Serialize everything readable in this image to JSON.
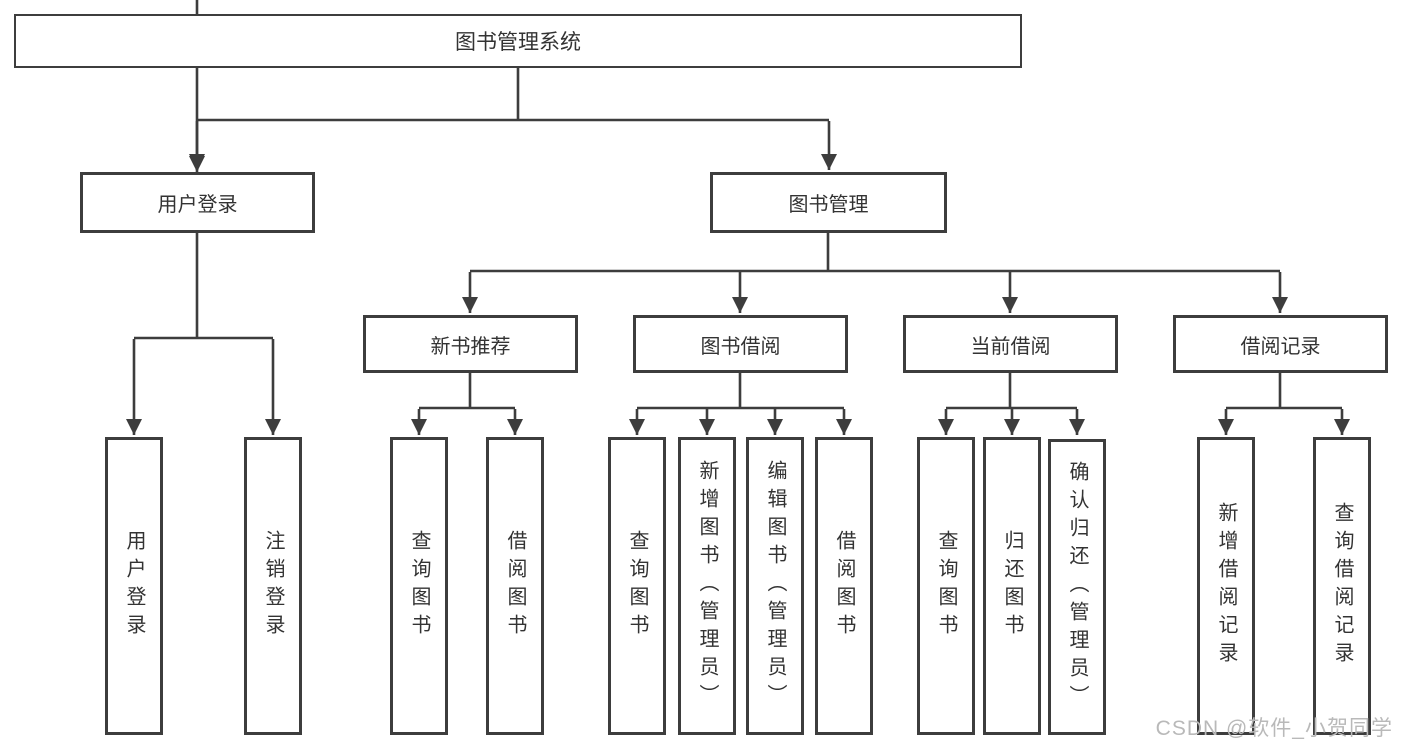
{
  "diagram": {
    "tree": {
      "label": "图书管理系统",
      "children": [
        {
          "label": "用户登录",
          "children": [
            {
              "label": "用户登录"
            },
            {
              "label": "注销登录"
            }
          ]
        },
        {
          "label": "图书管理",
          "children": [
            {
              "label": "新书推荐",
              "children": [
                {
                  "label": "查询图书"
                },
                {
                  "label": "借阅图书"
                }
              ]
            },
            {
              "label": "图书借阅",
              "children": [
                {
                  "label": "查询图书"
                },
                {
                  "label": "新增图书（管理员）"
                },
                {
                  "label": "编辑图书（管理员）"
                },
                {
                  "label": "借阅图书"
                }
              ]
            },
            {
              "label": "当前借阅",
              "children": [
                {
                  "label": "查询图书"
                },
                {
                  "label": "归还图书"
                },
                {
                  "label": "确认归还（管理员）"
                }
              ]
            },
            {
              "label": "借阅记录",
              "children": [
                {
                  "label": "新增借阅记录"
                },
                {
                  "label": "查询借阅记录"
                }
              ]
            }
          ]
        }
      ]
    },
    "colors": {
      "line": "#3d3d3d",
      "text": "#333333",
      "background": "#ffffff",
      "watermark": "#b9b9b9"
    },
    "watermark": "CSDN @软件_小贺同学"
  }
}
